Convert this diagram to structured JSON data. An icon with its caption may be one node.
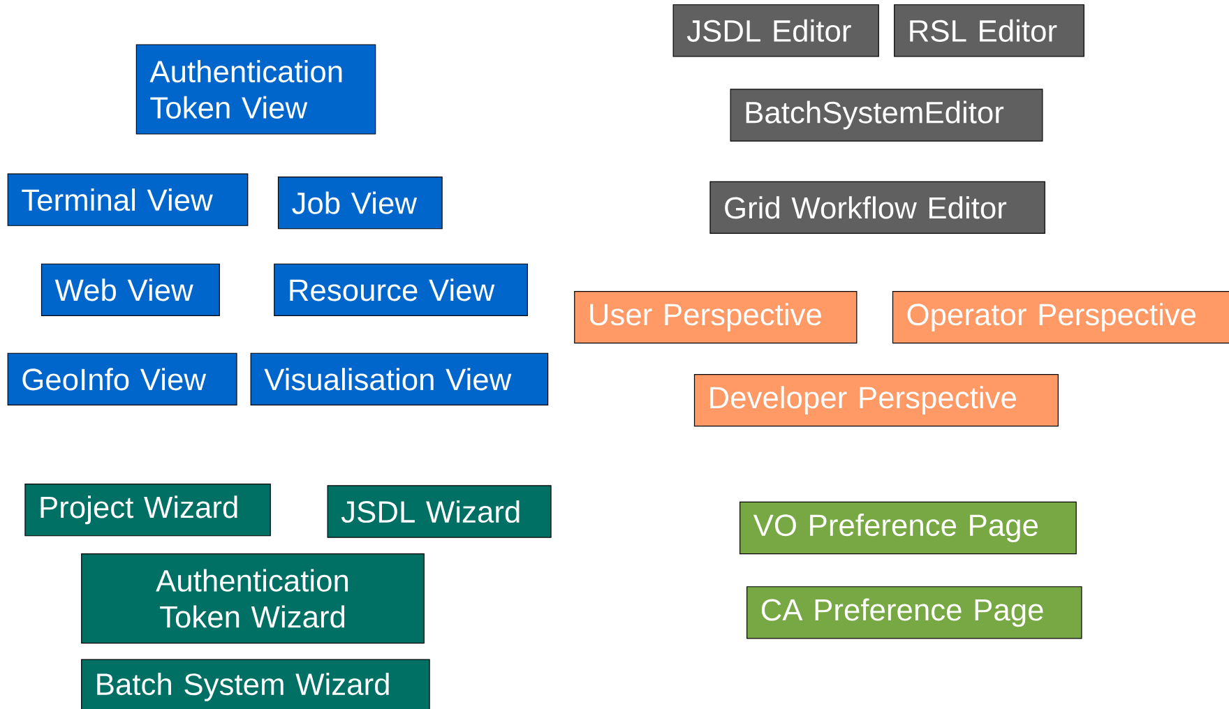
{
  "diagram": {
    "nodes": [
      {
        "text": [
          "Authentication Token View"
        ]
      },
      {
        "text": [
          "Terminal View"
        ]
      },
      {
        "text": [
          "Job View"
        ]
      },
      {
        "text": [
          "Web View"
        ]
      },
      {
        "text": [
          "Resource View"
        ]
      },
      {
        "text": [
          "GeoInfo View"
        ]
      },
      {
        "text": [
          "Visualisation View"
        ]
      },
      {
        "text": [
          "JSDL Editor"
        ]
      },
      {
        "text": [
          "RSL Editor"
        ]
      },
      {
        "text": [
          "BatchSystemEditor"
        ]
      },
      {
        "text": [
          "Grid Workflow Editor"
        ]
      },
      {
        "text": [
          "User Perspective"
        ]
      },
      {
        "text": [
          "Operator Perspective"
        ]
      },
      {
        "text": [
          "Developer Perspective"
        ]
      },
      {
        "text": [
          "Project Wizard"
        ]
      },
      {
        "text": [
          "JSDL Wizard"
        ]
      },
      {
        "text": [
          "Authentication Token Wizard"
        ]
      },
      {
        "text": [
          "Batch System Wizard"
        ]
      },
      {
        "text": [
          "VO Preference Page"
        ]
      },
      {
        "text": [
          "CA Preference Page"
        ]
      }
    ]
  }
}
